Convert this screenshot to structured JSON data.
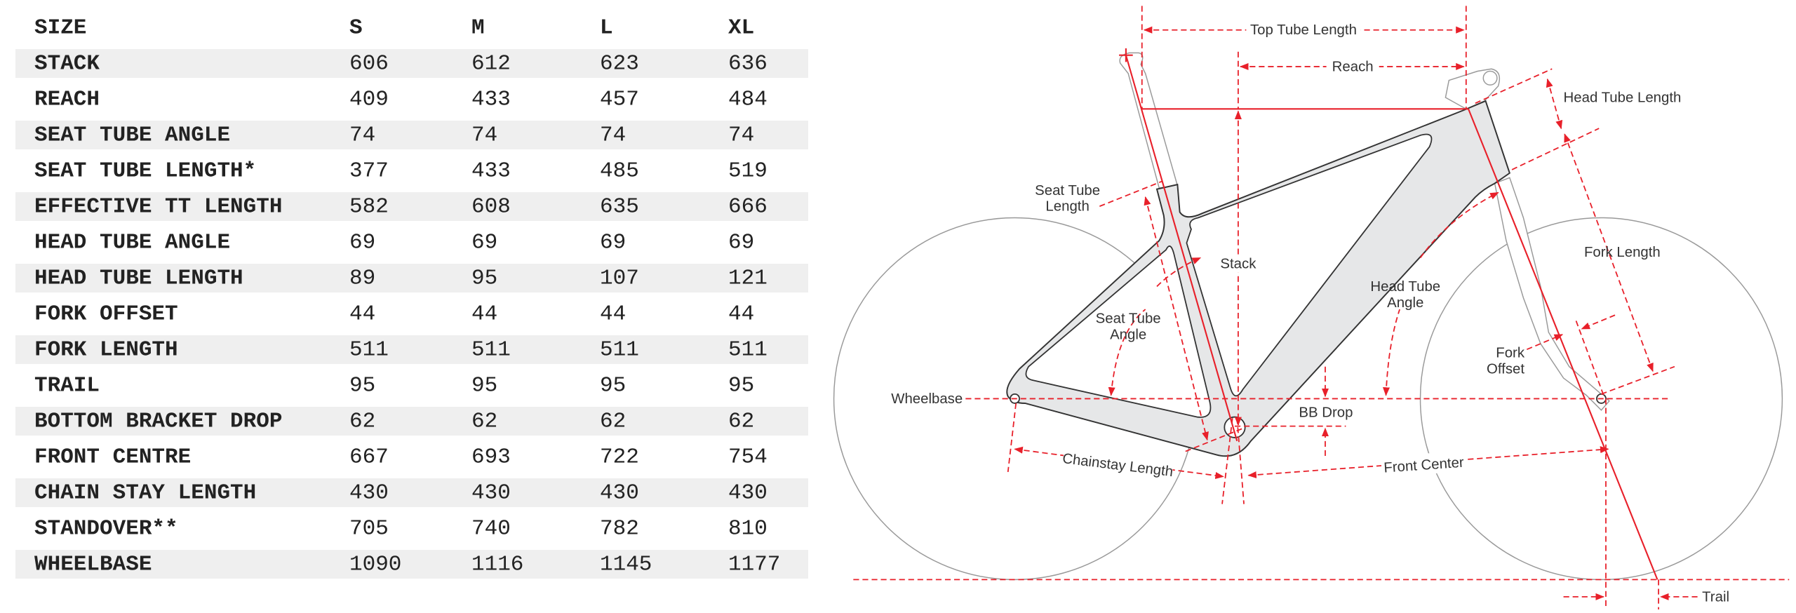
{
  "table": {
    "header": [
      "SIZE",
      "S",
      "M",
      "L",
      "XL"
    ],
    "rows": [
      {
        "label": "STACK",
        "values": [
          "606",
          "612",
          "623",
          "636"
        ]
      },
      {
        "label": "REACH",
        "values": [
          "409",
          "433",
          "457",
          "484"
        ]
      },
      {
        "label": "SEAT TUBE ANGLE",
        "values": [
          "74",
          "74",
          "74",
          "74"
        ]
      },
      {
        "label": "SEAT TUBE LENGTH*",
        "values": [
          "377",
          "433",
          "485",
          "519"
        ]
      },
      {
        "label": "EFFECTIVE TT LENGTH",
        "values": [
          "582",
          "608",
          "635",
          "666"
        ]
      },
      {
        "label": "HEAD TUBE ANGLE",
        "values": [
          "69",
          "69",
          "69",
          "69"
        ]
      },
      {
        "label": "HEAD TUBE LENGTH",
        "values": [
          "89",
          "95",
          "107",
          "121"
        ]
      },
      {
        "label": "FORK OFFSET",
        "values": [
          "44",
          "44",
          "44",
          "44"
        ]
      },
      {
        "label": "FORK LENGTH",
        "values": [
          "511",
          "511",
          "511",
          "511"
        ]
      },
      {
        "label": "TRAIL",
        "values": [
          "95",
          "95",
          "95",
          "95"
        ]
      },
      {
        "label": "BOTTOM BRACKET DROP",
        "values": [
          "62",
          "62",
          "62",
          "62"
        ]
      },
      {
        "label": "FRONT CENTRE",
        "values": [
          "667",
          "693",
          "722",
          "754"
        ]
      },
      {
        "label": "CHAIN STAY LENGTH",
        "values": [
          "430",
          "430",
          "430",
          "430"
        ]
      },
      {
        "label": "STANDOVER**",
        "values": [
          "705",
          "740",
          "782",
          "810"
        ]
      },
      {
        "label": "WHEELBASE",
        "values": [
          "1090",
          "1116",
          "1145",
          "1177"
        ]
      }
    ]
  },
  "diagram": {
    "top_tube_length": "Top Tube Length",
    "reach": "Reach",
    "head_tube_length": "Head Tube Length",
    "seat_tube_length": [
      "Seat Tube",
      "Length"
    ],
    "stack": "Stack",
    "fork_length": "Fork Length",
    "head_tube_angle": [
      "Head Tube",
      "Angle"
    ],
    "seat_tube_angle": [
      "Seat Tube",
      "Angle"
    ],
    "fork_offset": [
      "Fork",
      "Offset"
    ],
    "wheelbase": "Wheelbase",
    "bb_drop": "BB Drop",
    "chainstay_length": "Chainstay Length",
    "front_center": "Front Center",
    "trail": "Trail",
    "accent_color": "#e8202a"
  }
}
